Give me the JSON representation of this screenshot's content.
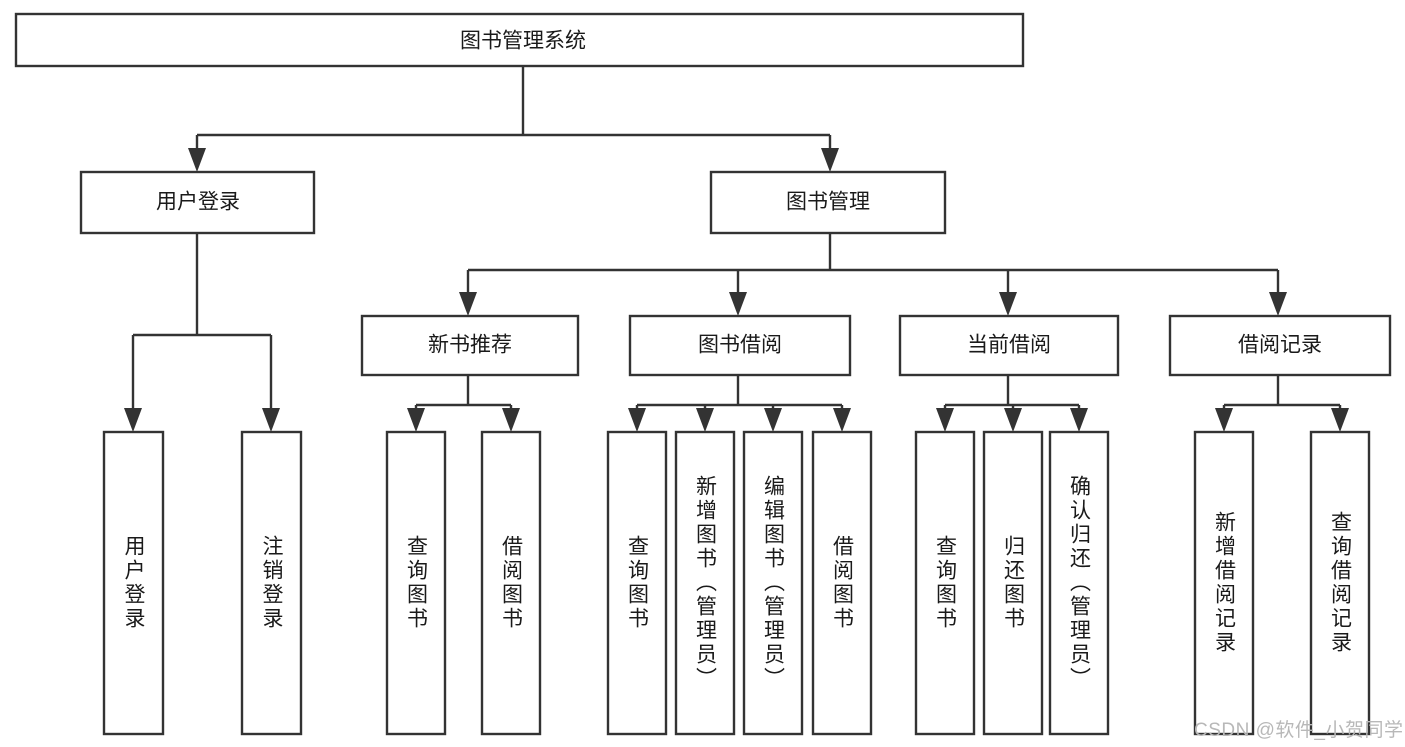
{
  "diagram": {
    "title": "图书管理系统",
    "type": "tree-hierarchy-diagram",
    "colors": {
      "box_stroke": "#333333",
      "box_fill": "#ffffff",
      "connector": "#333333",
      "text": "#1a1a1a",
      "watermark": "#b8b8b8",
      "background": "#ffffff"
    },
    "root": {
      "label": "图书管理系统"
    },
    "level2": [
      {
        "label": "用户登录"
      },
      {
        "label": "图书管理"
      }
    ],
    "level3": [
      {
        "label": "新书推荐"
      },
      {
        "label": "图书借阅"
      },
      {
        "label": "当前借阅"
      },
      {
        "label": "借阅记录"
      }
    ],
    "leaves": {
      "user_login": [
        {
          "label": "用户登录"
        },
        {
          "label": "注销登录"
        }
      ],
      "new_book_recommend": [
        {
          "label": "查询图书"
        },
        {
          "label": "借阅图书"
        }
      ],
      "book_borrow": [
        {
          "label": "查询图书"
        },
        {
          "label": "新增图书（管理员）"
        },
        {
          "label": "编辑图书（管理员）"
        },
        {
          "label": "借阅图书"
        }
      ],
      "current_borrow": [
        {
          "label": "查询图书"
        },
        {
          "label": "归还图书"
        },
        {
          "label": "确认归还（管理员）"
        }
      ],
      "borrow_record": [
        {
          "label": "新增借阅记录"
        },
        {
          "label": "查询借阅记录"
        }
      ]
    }
  },
  "watermark": {
    "text": "CSDN @软件_小贺同学"
  }
}
